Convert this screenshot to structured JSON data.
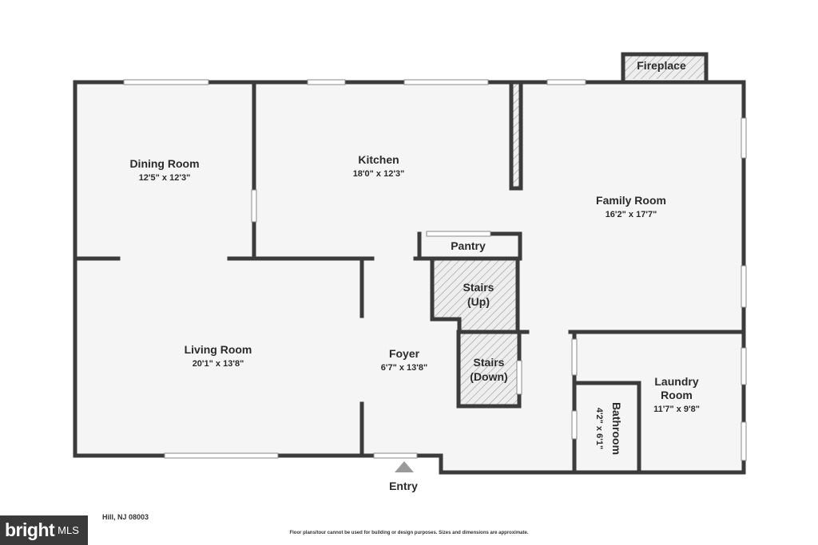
{
  "rooms": {
    "dining": {
      "name": "Dining Room",
      "dims": "12'5\" x 12'3\""
    },
    "kitchen": {
      "name": "Kitchen",
      "dims": "18'0\" x 12'3\""
    },
    "family": {
      "name": "Family Room",
      "dims": "16'2\" x 17'7\""
    },
    "living": {
      "name": "Living Room",
      "dims": "20'1\" x 13'8\""
    },
    "foyer": {
      "name": "Foyer",
      "dims": "6'7\" x 13'8\""
    },
    "laundry": {
      "name_line1": "Laundry",
      "name_line2": "Room",
      "dims": "11'7\" x 9'8\""
    },
    "bathroom": {
      "name": "Bathroom",
      "dims": "4'2\" x 6'1\""
    },
    "pantry": {
      "name": "Pantry"
    },
    "stairs_up": {
      "line1": "Stairs",
      "line2": "(Up)"
    },
    "stairs_down": {
      "line1": "Stairs",
      "line2": "(Down)"
    },
    "fireplace": {
      "name": "Fireplace"
    }
  },
  "entry_label": "Entry",
  "footer": {
    "address": "Hill, NJ 08003",
    "disclaimer": "Floor plans/tour cannot be used for building or design purposes. Sizes and dimensions are approximate.",
    "logo_main": "bright",
    "logo_sub": "MLS"
  },
  "colors": {
    "wall": "#3b3b3b",
    "floor": "#f5f5f5",
    "hatch": "#bdbdbd"
  }
}
